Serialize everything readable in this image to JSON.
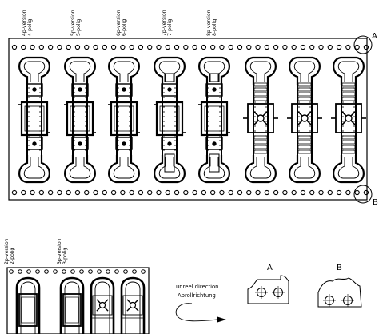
{
  "strip_top": {
    "labels": [
      {
        "line1": "4p-version",
        "line2": "4-polig",
        "pins": 4
      },
      {
        "line1": "5p-version",
        "line2": "5-polig",
        "pins": 5
      },
      {
        "line1": "6p-version",
        "line2": "6-polig",
        "pins": 6
      },
      {
        "line1": "7p-version",
        "line2": "7-polig",
        "pins": 7
      },
      {
        "line1": "8p-version",
        "line2": "8-polig",
        "pins": 8
      }
    ],
    "callouts": {
      "a": "A",
      "b": "B"
    }
  },
  "strip_bottom": {
    "labels": [
      {
        "line1": "2p-version",
        "line2": "2-polig",
        "pins": 2
      },
      {
        "line1": "3p-version",
        "line2": "3-polig",
        "pins": 3
      }
    ]
  },
  "direction": {
    "line1": "unreel direction",
    "line2": "Abrollrichtung"
  },
  "details": {
    "a": "A",
    "b": "B"
  }
}
